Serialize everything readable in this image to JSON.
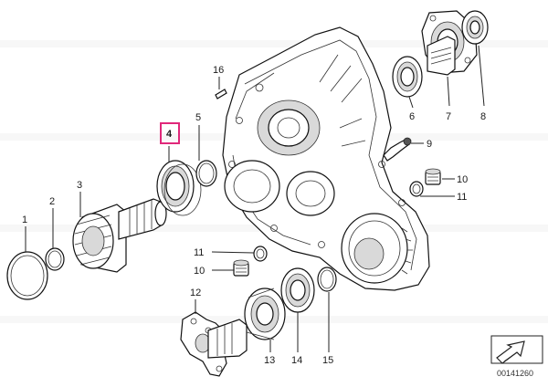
{
  "diagram": {
    "highlight_color": "#e0287a",
    "watermark_text": "",
    "doc_number": "00141260",
    "labels": {
      "p1": "1",
      "p2": "2",
      "p3": "3",
      "p4": "4",
      "p5": "5",
      "p6": "6",
      "p7": "7",
      "p8": "8",
      "p9": "9",
      "p10a": "10",
      "p11a": "11",
      "p11b": "11",
      "p10b": "10",
      "p12": "12",
      "p13": "13",
      "p14": "14",
      "p15": "15",
      "p16": "16"
    },
    "highlighted_part": "4"
  }
}
